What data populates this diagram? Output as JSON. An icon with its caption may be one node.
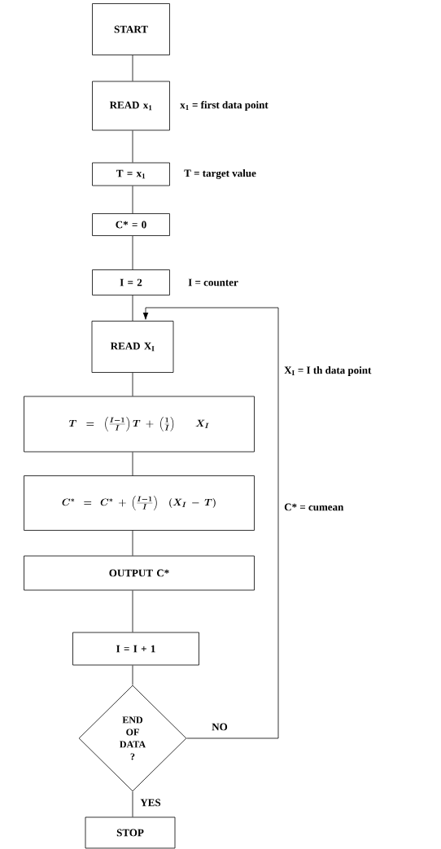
{
  "diagram": {
    "nodes": [
      {
        "text": [
          "START"
        ]
      },
      {
        "text": [
          "READ x$_{1}$"
        ],
        "beside": [
          "x$_{1}$ = first data point"
        ]
      },
      {
        "text": [
          "T = x$_{1}$"
        ],
        "beside": [
          "T = target value"
        ]
      },
      {
        "text": [
          "C* = 0"
        ]
      },
      {
        "text": [
          "I = 2"
        ],
        "beside": [
          "I = counter"
        ]
      },
      {
        "text": [
          "READ X$_{I}$"
        ]
      },
      {
        "text": [
          "T = \\left(\\frac{I-1}{I}\\right) T + \\left(\\frac{1}{I}\\right)\\;\\; X_{I}"
        ]
      },
      {
        "text": [
          "C^{*} = C^{*} + \\left(\\frac{I-1}{I}\\right)\\; (X_{I} - T)"
        ]
      },
      {
        "text": [
          "OUTPUT C*"
        ]
      },
      {
        "text": [
          "I = I + 1"
        ]
      },
      {
        "text": [
          "END OF DATA ?"
        ]
      },
      {
        "text": [
          "STOP"
        ]
      }
    ],
    "edges": [
      {
        "from": 0,
        "to": 1,
        "arrow": "none"
      },
      {
        "from": 1,
        "to": 2,
        "arrow": "none"
      },
      {
        "from": 2,
        "to": 3,
        "arrow": "none"
      },
      {
        "from": 3,
        "to": 4,
        "arrow": "none"
      },
      {
        "from": 4,
        "to": 5,
        "arrow": "none"
      },
      {
        "from": 5,
        "to": 6,
        "arrow": "none"
      },
      {
        "from": 6,
        "to": 7,
        "arrow": "none"
      },
      {
        "from": 7,
        "to": 8,
        "arrow": "none"
      },
      {
        "from": 8,
        "to": 9,
        "arrow": "none"
      },
      {
        "from": 9,
        "to": 10,
        "arrow": "none"
      },
      {
        "from": 10,
        "to": 5,
        "arrow": "to",
        "label": "NO"
      },
      {
        "from": 10,
        "to": 11,
        "arrow": "none",
        "label": "YES"
      }
    ],
    "labels": [
      "X$_{I}$ = I th data point",
      "C* = cumean"
    ]
  }
}
